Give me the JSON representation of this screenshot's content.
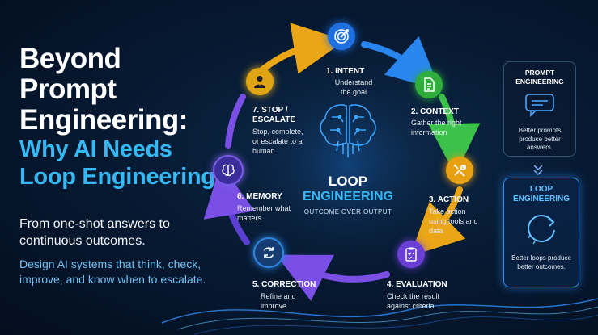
{
  "headline": {
    "line1": "Beyond",
    "line2": "Prompt",
    "line3": "Engineering:",
    "line4": "Why AI Needs",
    "line5": "Loop Engineering"
  },
  "subtitle": "From one-shot answers to continuous outcomes.",
  "tagline": "Design AI systems that think, check, improve, and know when to escalate.",
  "center": {
    "line1": "LOOP",
    "line2": "ENGINEERING",
    "motto": "OUTCOME OVER OUTPUT"
  },
  "steps": [
    {
      "title": "1. INTENT",
      "desc": "Understand the goal",
      "icon": "target-icon",
      "color": "#1e6fe0"
    },
    {
      "title": "2. CONTEXT",
      "desc": "Gather the right information",
      "icon": "document-icon",
      "color": "#2fae3c"
    },
    {
      "title": "3. ACTION",
      "desc": "Take action using tools and data",
      "icon": "tools-icon",
      "color": "#e8a013"
    },
    {
      "title": "4. EVALUATION",
      "desc": "Check the result against criteria",
      "icon": "clipboard-check-icon",
      "color": "#6a3fd6"
    },
    {
      "title": "5. CORRECTION",
      "desc": "Refine and improve",
      "icon": "refresh-icon",
      "color": "#1f7fd1"
    },
    {
      "title": "6. MEMORY",
      "desc": "Remember what matters",
      "icon": "brain-icon",
      "color": "#5a3fc0"
    },
    {
      "title": "7. STOP / ESCALATE",
      "desc": "Stop, complete, or escalate to a human",
      "icon": "person-icon",
      "color": "#e0a515"
    }
  ],
  "prompt_panel": {
    "title": "PROMPT ENGINEERING",
    "desc": "Better prompts produce better answers."
  },
  "loop_panel": {
    "title": "LOOP ENGINEERING",
    "desc": "Better loops produce better outcomes."
  },
  "colors": {
    "accent_blue": "#36b8f5",
    "ring_blue": "#1e6fe0",
    "ring_green": "#2fae3c",
    "ring_gold": "#e0a515",
    "ring_purple": "#6a3fd6"
  }
}
